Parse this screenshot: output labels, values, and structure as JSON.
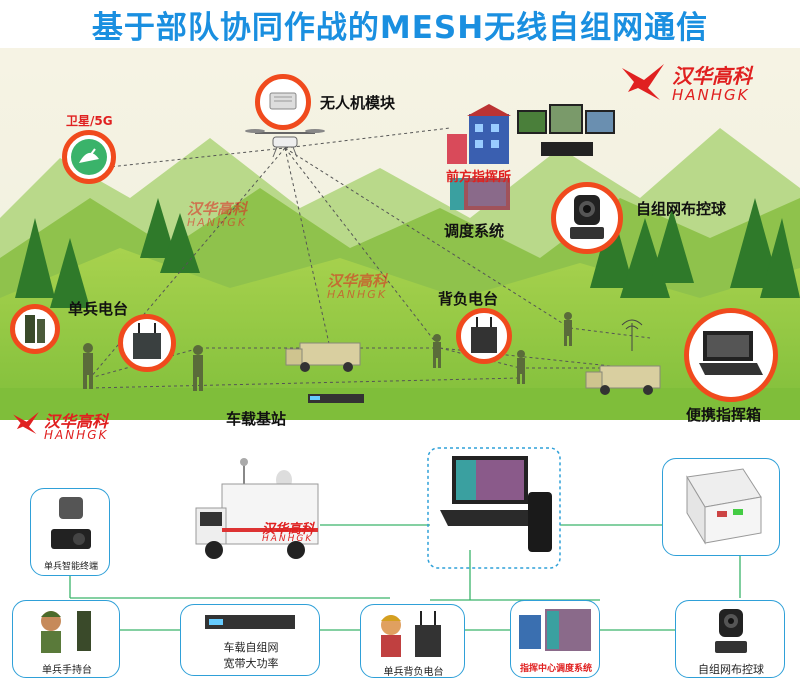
{
  "title": "基于部队协同作战的MESH无线自组网通信",
  "brand": {
    "cn": "汉华高科",
    "en": "HANHGK",
    "color": "#e02020"
  },
  "colors": {
    "title": "#1a8fe0",
    "accent_ring": "#f04a1d",
    "line": "#2fa0d8",
    "grass": "#8cc63f",
    "mountain": "#6aab2e"
  },
  "scene": {
    "satellite": "卫星/5G",
    "uav": "无人机模块",
    "forward_post": "前方指挥所",
    "dispatch": "调度系统",
    "ptz_camera": "自组网布控球",
    "soldier_radio": "单兵电台",
    "backpack_radio": "背负电台",
    "vehicle_station": "车载基站",
    "portable_box": "便携指挥箱"
  },
  "network": {
    "smart_terminal": "单兵智能终端",
    "handheld": "单兵手持台",
    "vehicle_mesh_line1": "车载自组网",
    "vehicle_mesh_line2": "宽带大功率",
    "backpack": "单兵背负电台",
    "command_center": "指挥中心调度系统",
    "ptz": "自组网布控球"
  }
}
